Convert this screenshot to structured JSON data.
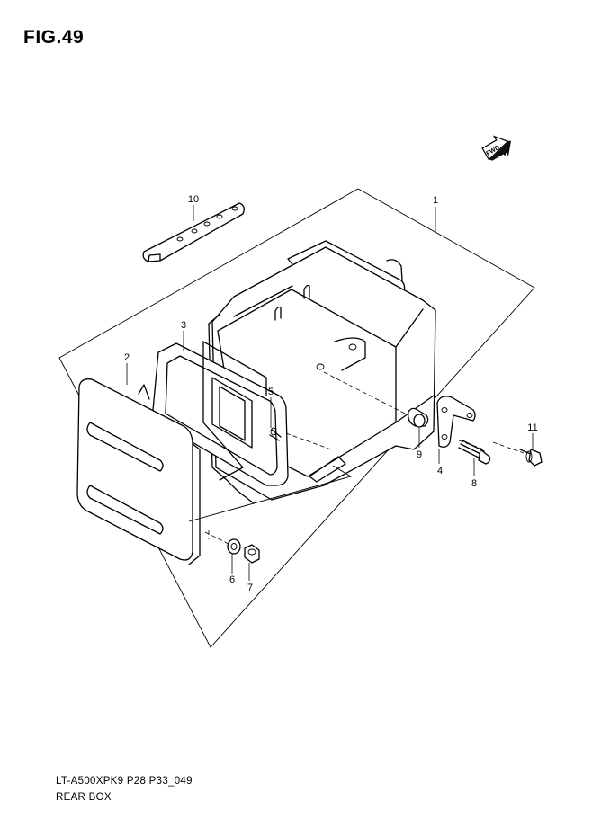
{
  "figure": {
    "title": "FIG.49"
  },
  "direction_marker": {
    "label": "FWD",
    "icon": "forward-arrow-icon"
  },
  "callouts": [
    {
      "id": "1",
      "label": "1"
    },
    {
      "id": "2",
      "label": "2"
    },
    {
      "id": "3",
      "label": "3"
    },
    {
      "id": "4",
      "label": "4"
    },
    {
      "id": "5",
      "label": "5"
    },
    {
      "id": "6",
      "label": "6"
    },
    {
      "id": "7",
      "label": "7"
    },
    {
      "id": "8",
      "label": "8"
    },
    {
      "id": "9",
      "label": "9"
    },
    {
      "id": "10",
      "label": "10"
    },
    {
      "id": "11",
      "label": "11"
    }
  ],
  "footer": {
    "model_code": "LT-A500XPK9 P28 P33_049",
    "caption": "REAR BOX"
  }
}
